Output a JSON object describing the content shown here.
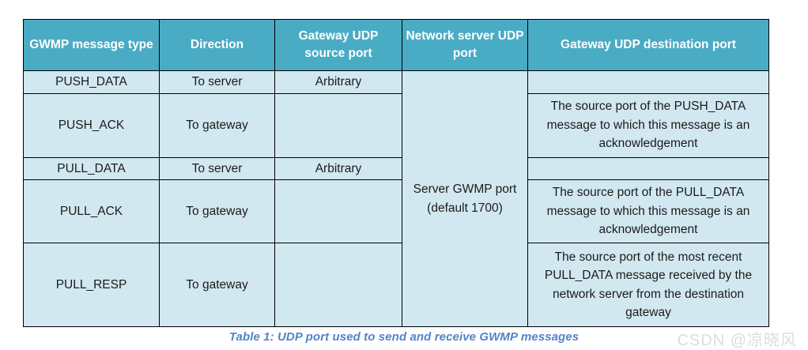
{
  "table": {
    "columns": [
      "GWMP message type",
      "Direction",
      "Gateway UDP source port",
      "Network server UDP port",
      "Gateway UDP destination port"
    ],
    "rows": [
      {
        "type": "PUSH_DATA",
        "direction": "To server",
        "gateway_udp_source_port": "Arbitrary",
        "gateway_udp_destination_port": ""
      },
      {
        "type": "PUSH_ACK",
        "direction": "To gateway",
        "gateway_udp_source_port": "",
        "gateway_udp_destination_port": "The source port of the PUSH_DATA message to which this message is an acknowledgement"
      },
      {
        "type": "PULL_DATA",
        "direction": "To server",
        "gateway_udp_source_port": "Arbitrary",
        "gateway_udp_destination_port": ""
      },
      {
        "type": "PULL_ACK",
        "direction": "To gateway",
        "gateway_udp_source_port": "",
        "gateway_udp_destination_port": "The source port of the PULL_DATA message to which this message is an acknowledgement"
      },
      {
        "type": "PULL_RESP",
        "direction": "To gateway",
        "gateway_udp_source_port": "",
        "gateway_udp_destination_port": "The source port of the most recent PULL_DATA message received by the network server from the destination gateway"
      }
    ],
    "network_server_udp_port": "Server GWMP port (default 1700)"
  },
  "caption": "Table 1: UDP port used to send and receive GWMP messages",
  "watermark": "CSDN @凉晓风",
  "colors": {
    "header_background": "#4aabc4",
    "header_text": "#ffffff",
    "cell_background": "#d2e8f0",
    "cell_text": "#1b1b1b",
    "border": "#000000",
    "caption_text": "#5184c6",
    "watermark_text": "#dcdcdc",
    "page_background": "#ffffff"
  }
}
